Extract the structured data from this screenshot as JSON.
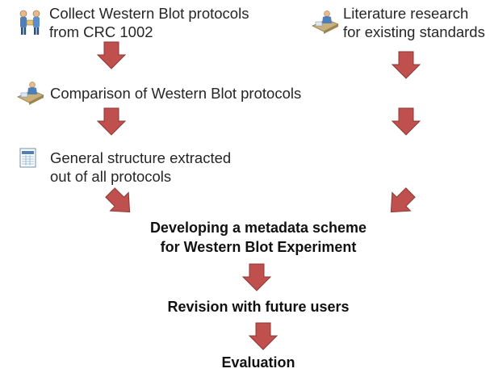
{
  "steps": {
    "collect": {
      "line1": "Collect Western Blot protocols",
      "line2": "from CRC 1002",
      "icon": "people-exchange-icon"
    },
    "literature": {
      "line1": "Literature research",
      "line2": "for existing standards",
      "icon": "person-at-desk-icon"
    },
    "comparison": {
      "line1": "Comparison of Western Blot protocols",
      "icon": "person-at-desk-icon"
    },
    "structure": {
      "line1": "General structure extracted",
      "line2": "out of all protocols",
      "icon": "spreadsheet-document-icon"
    },
    "metadata": {
      "line1": "Developing a metadata scheme",
      "line2": "for Western Blot Experiment"
    },
    "revision": {
      "line1": "Revision with future users"
    },
    "evaluation": {
      "line1": "Evaluation"
    }
  },
  "colors": {
    "arrow_fill": "#c0504d",
    "arrow_stroke": "#8c3836",
    "text": "#262626"
  }
}
